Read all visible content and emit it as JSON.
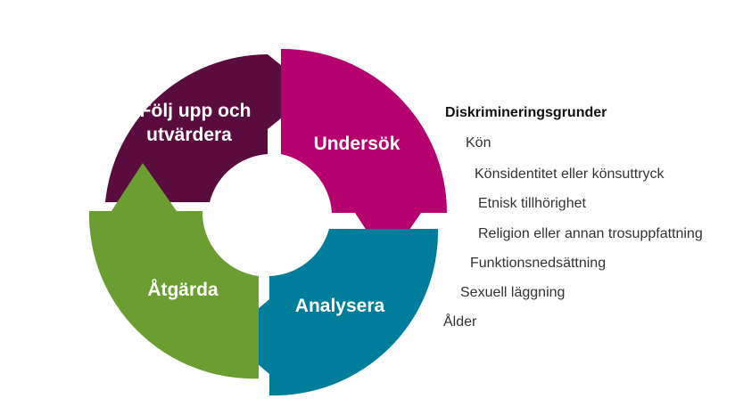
{
  "cycle": {
    "segments": [
      {
        "id": "folj",
        "lines": [
          "Följ upp och",
          "utvärdera"
        ],
        "color": "#5b0c3e"
      },
      {
        "id": "undersok",
        "lines": [
          "Undersök"
        ],
        "color": "#b5006e"
      },
      {
        "id": "analysera",
        "lines": [
          "Analysera"
        ],
        "color": "#007d9a"
      },
      {
        "id": "atgarda",
        "lines": [
          "Åtgärda"
        ],
        "color": "#6b9e31"
      }
    ]
  },
  "legend": {
    "title": "Diskrimineringsgrunder",
    "items": [
      "Kön",
      "Könsidentitet eller könsuttryck",
      "Etnisk tillhörighet",
      "Religion eller annan trosuppfattning",
      "Funktionsnedsättning",
      "Sexuell läggning",
      "Ålder"
    ]
  }
}
